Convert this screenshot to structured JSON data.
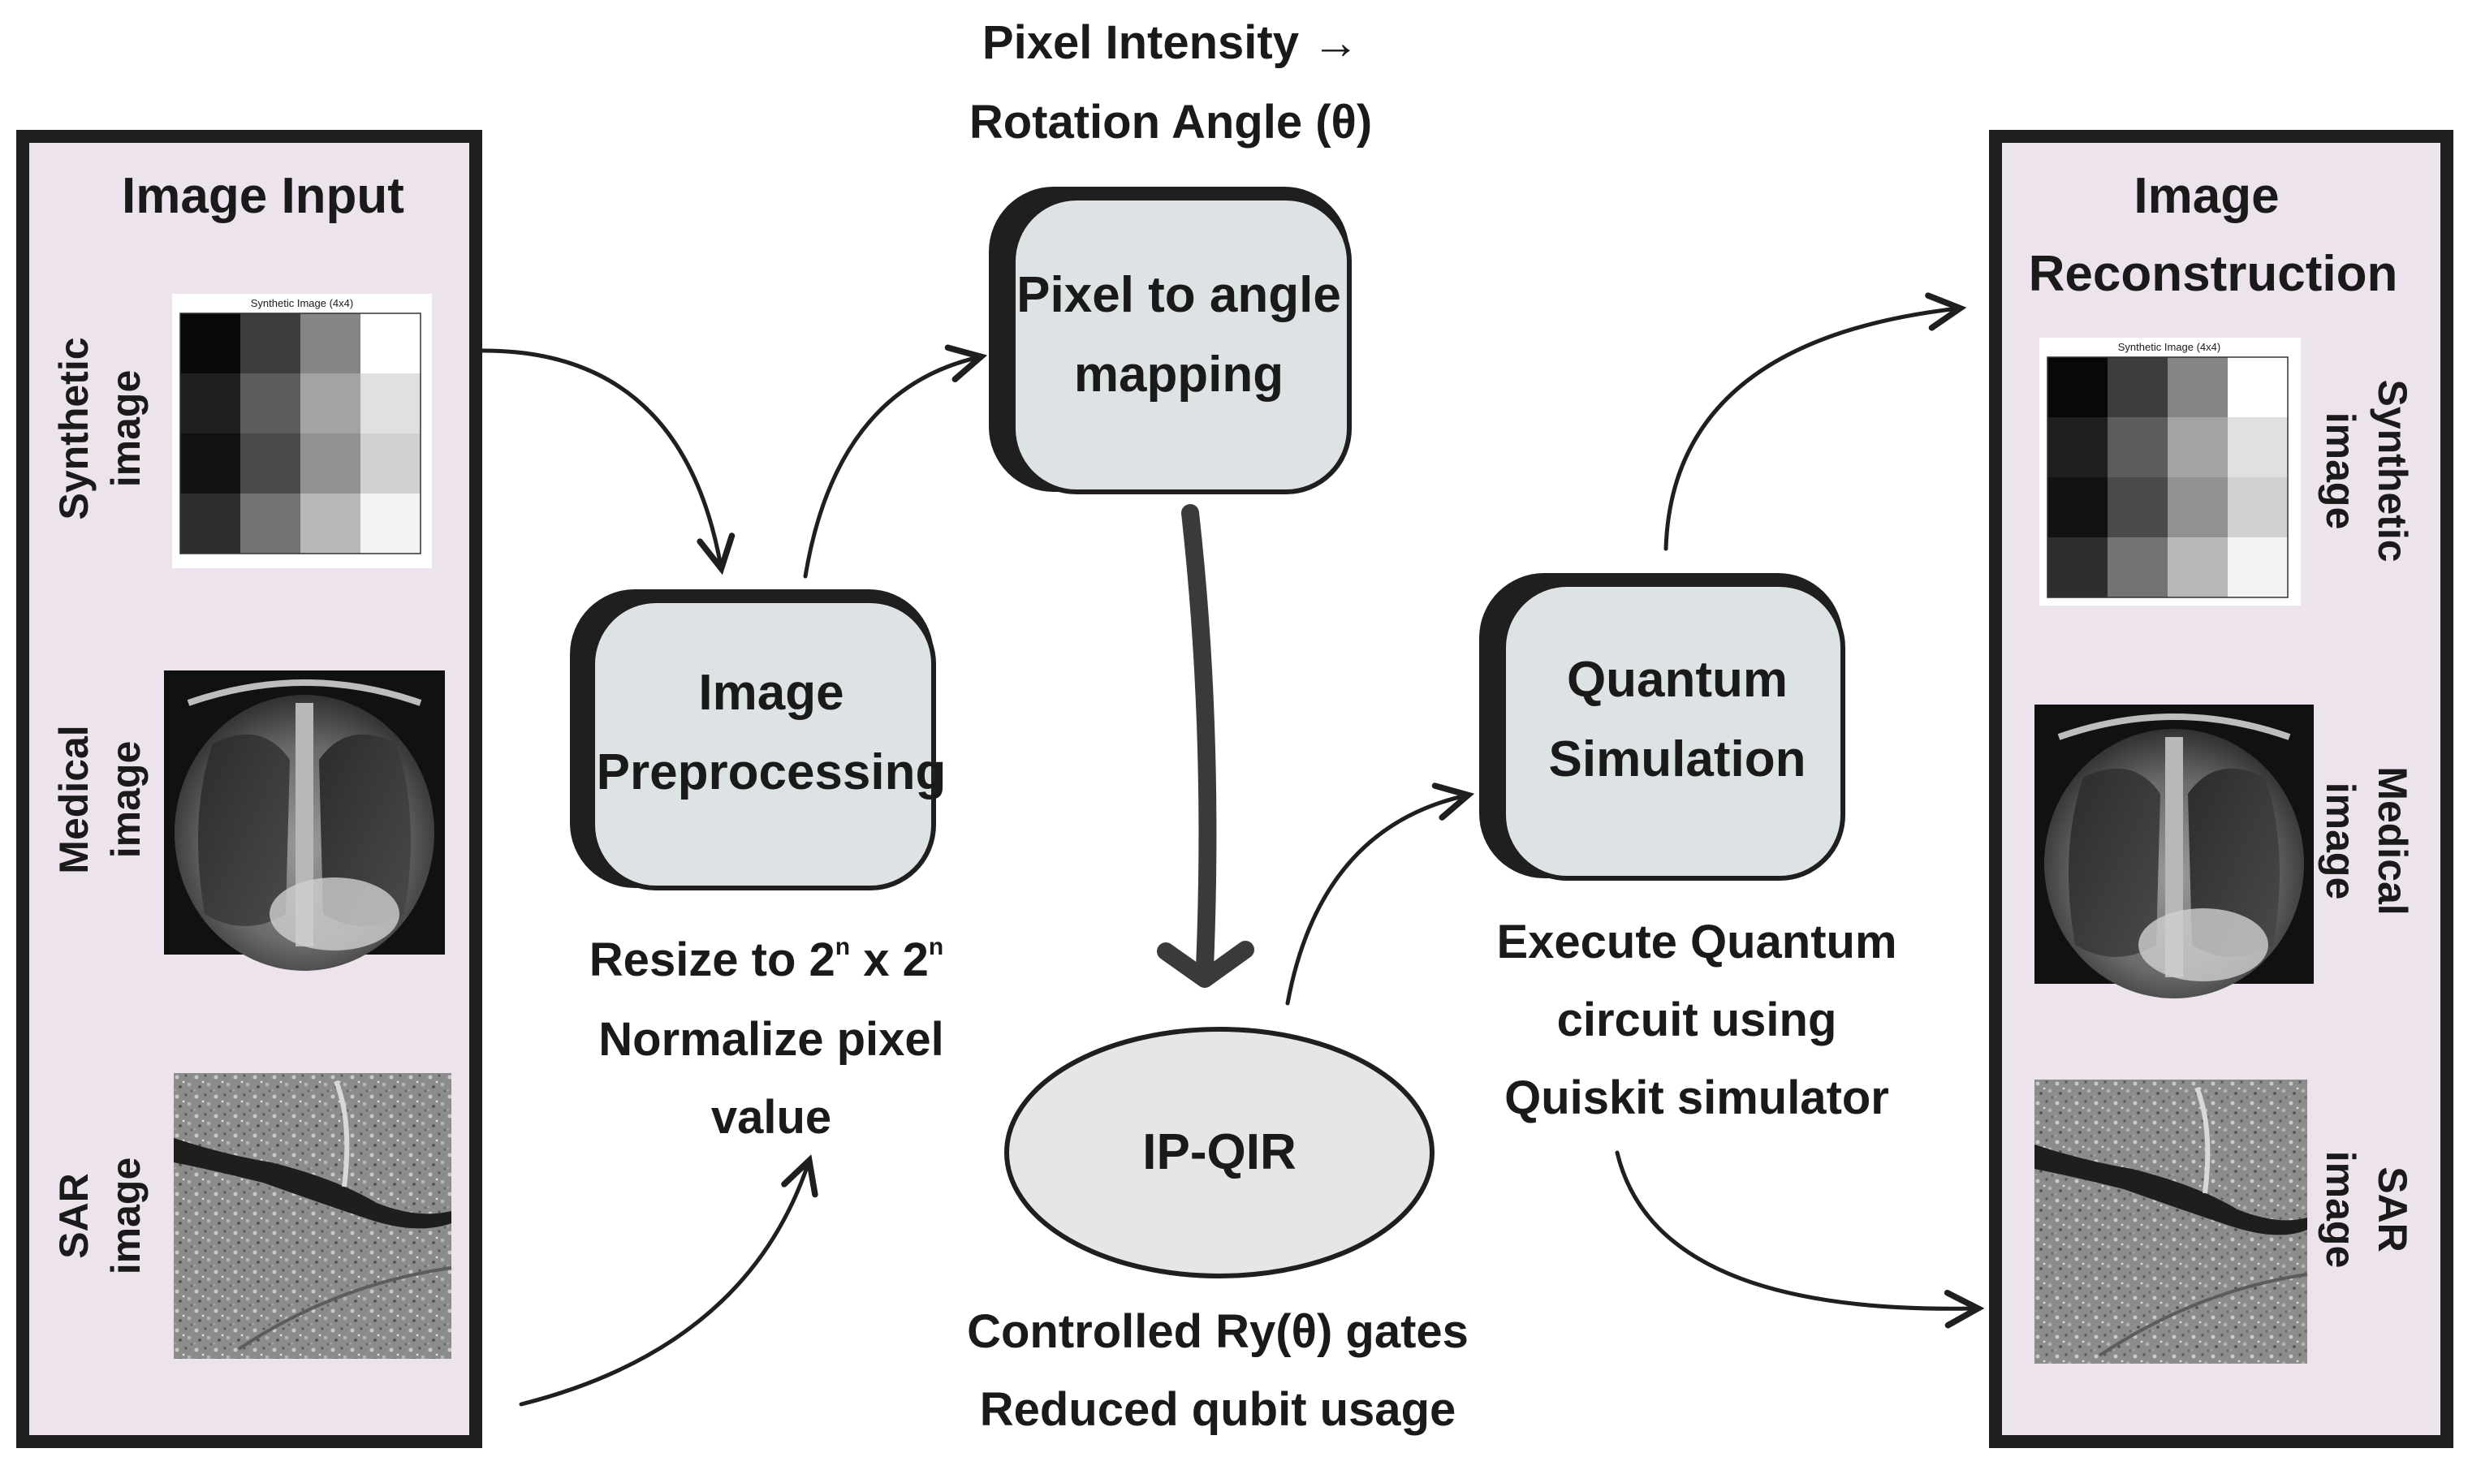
{
  "left_panel": {
    "title": "Image Input",
    "labels": {
      "synthetic": [
        "Synthetic",
        "image"
      ],
      "medical": [
        "Medical",
        "image"
      ],
      "sar": [
        "SAR",
        "image"
      ]
    },
    "thumb_title": "Synthetic Image (4x4)"
  },
  "right_panel": {
    "title": [
      "Image",
      "Reconstruction"
    ],
    "labels": {
      "synthetic": [
        "Synthetic",
        "image"
      ],
      "medical": [
        "Medical",
        "image"
      ],
      "sar": [
        "SAR",
        "image"
      ]
    },
    "thumb_title": "Synthetic Image (4x4)"
  },
  "top_note": [
    "Pixel Intensity →",
    "Rotation Angle (θ)"
  ],
  "boxes": {
    "pixel_to_angle": [
      "Pixel to angle",
      "mapping"
    ],
    "preprocessing": [
      "Image",
      "Preprocessing"
    ],
    "quantum_sim": [
      "Quantum",
      "Simulation"
    ],
    "ipqir": "IP-QIR"
  },
  "notes": {
    "preprocessing": {
      "line1_prefix": "Resize to 2",
      "sup1": "n",
      "mid": " x 2",
      "sup2": "n",
      "line2": "Normalize pixel",
      "line3": "value"
    },
    "quantum_sim": [
      "Execute Quantum",
      "circuit using",
      "Quiskit simulator"
    ],
    "ipqir": [
      "Controlled Ry(θ) gates",
      "Reduced qubit usage"
    ]
  },
  "synthetic_grid": [
    [
      0.03,
      0.24,
      0.52,
      1.0
    ],
    [
      0.12,
      0.36,
      0.64,
      0.88
    ],
    [
      0.07,
      0.29,
      0.57,
      0.82
    ],
    [
      0.18,
      0.45,
      0.72,
      0.95
    ]
  ],
  "colors": {
    "panel_fill": "#ece3ec",
    "panel_border": "#1f1f1f",
    "box_fill": "#dde3e5",
    "box_shadow": "#1f1f1f",
    "ellipse_fill": "#e6e6e6"
  }
}
